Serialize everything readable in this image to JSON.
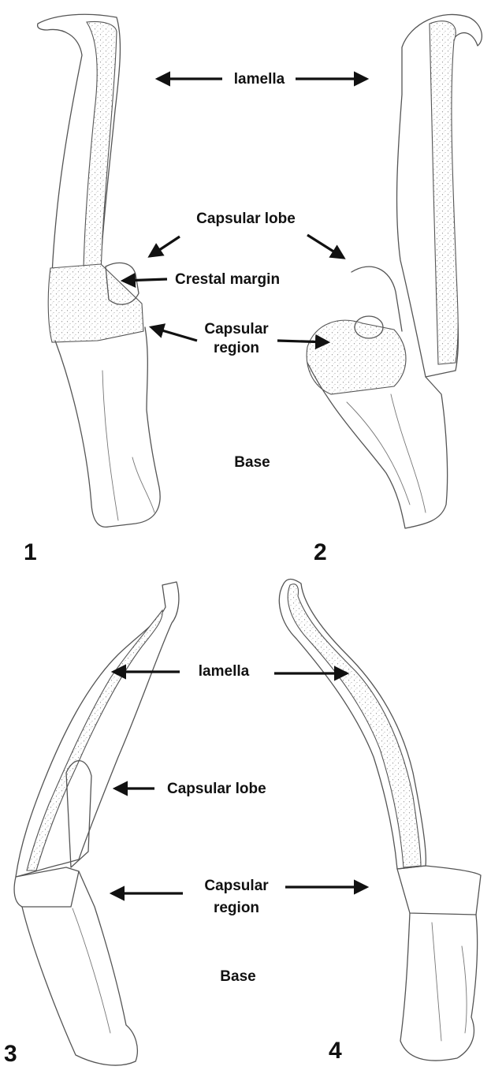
{
  "figure_numbers": [
    "1",
    "2",
    "3",
    "4"
  ],
  "labels_top": {
    "lamella": "lamella",
    "capsular_lobe": "Capsular lobe",
    "crestal_margin": "Crestal margin",
    "capsular_region_line1": "Capsular",
    "capsular_region_line2": "region",
    "base": "Base"
  },
  "labels_bottom": {
    "lamella": "lamella",
    "capsular_lobe": "Capsular lobe",
    "capsular_region_line1": "Capsular",
    "capsular_region_line2": "region",
    "base": "Base"
  }
}
